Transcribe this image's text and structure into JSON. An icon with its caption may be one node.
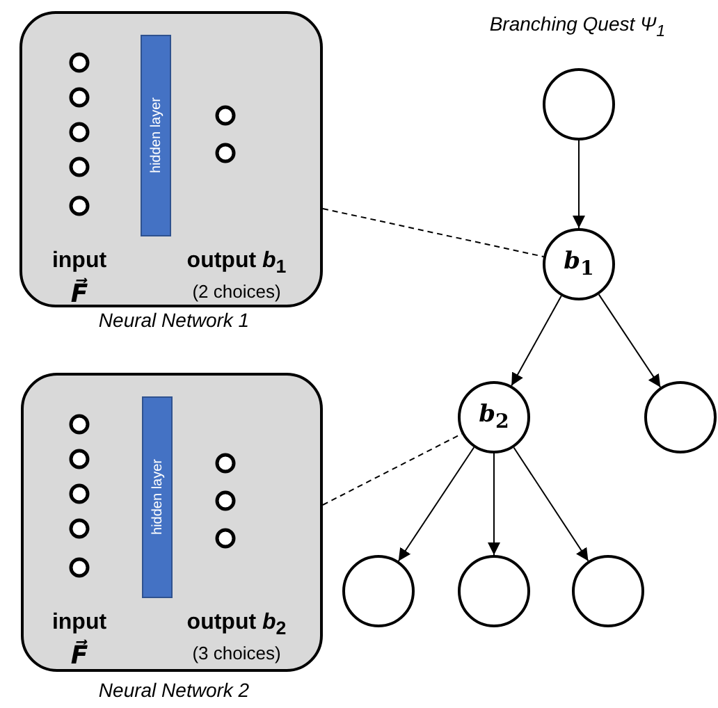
{
  "diagram": {
    "nodes": [
      {
        "text": [
          "input",
          "F⃗",
          "output *b*$_{1}$",
          "(2 choices)"
        ],
        "beside": [
          "Neural Network 1"
        ]
      },
      {
        "text": [
          "hidden layer"
        ],
        "in": 0
      },
      {
        "text": [
          "input",
          "F⃗",
          "output *b*$_{2}$",
          "(3 choices)"
        ],
        "beside": [
          "Neural Network 2"
        ]
      },
      {
        "text": [
          "hidden layer"
        ],
        "in": 2
      },
      {
        "text": [],
        "shape": "circle",
        "beside": [
          "Branching Quest Ψ$_{1}$"
        ]
      },
      {
        "text": [
          "*b*$_{1}$"
        ]
      },
      {
        "text": [
          "*b*$_{2}$"
        ]
      },
      {
        "text": [],
        "shape": "circle"
      },
      {
        "text": [],
        "shape": "circle"
      },
      {
        "text": [],
        "shape": "circle"
      },
      {
        "text": [],
        "shape": "circle"
      }
    ],
    "edges": [
      {
        "from": 4,
        "to": 5,
        "arrow": "to"
      },
      {
        "from": 5,
        "to": 6,
        "arrow": "to"
      },
      {
        "from": 5,
        "to": 7,
        "arrow": "to"
      },
      {
        "from": 6,
        "to": 8,
        "arrow": "to"
      },
      {
        "from": 6,
        "to": 9,
        "arrow": "to"
      },
      {
        "from": 6,
        "to": 10,
        "arrow": "to"
      },
      {
        "from": 0,
        "to": 5,
        "arrow": "none",
        "style": "dashed"
      },
      {
        "from": 2,
        "to": 6,
        "arrow": "none",
        "style": "dashed"
      }
    ]
  }
}
